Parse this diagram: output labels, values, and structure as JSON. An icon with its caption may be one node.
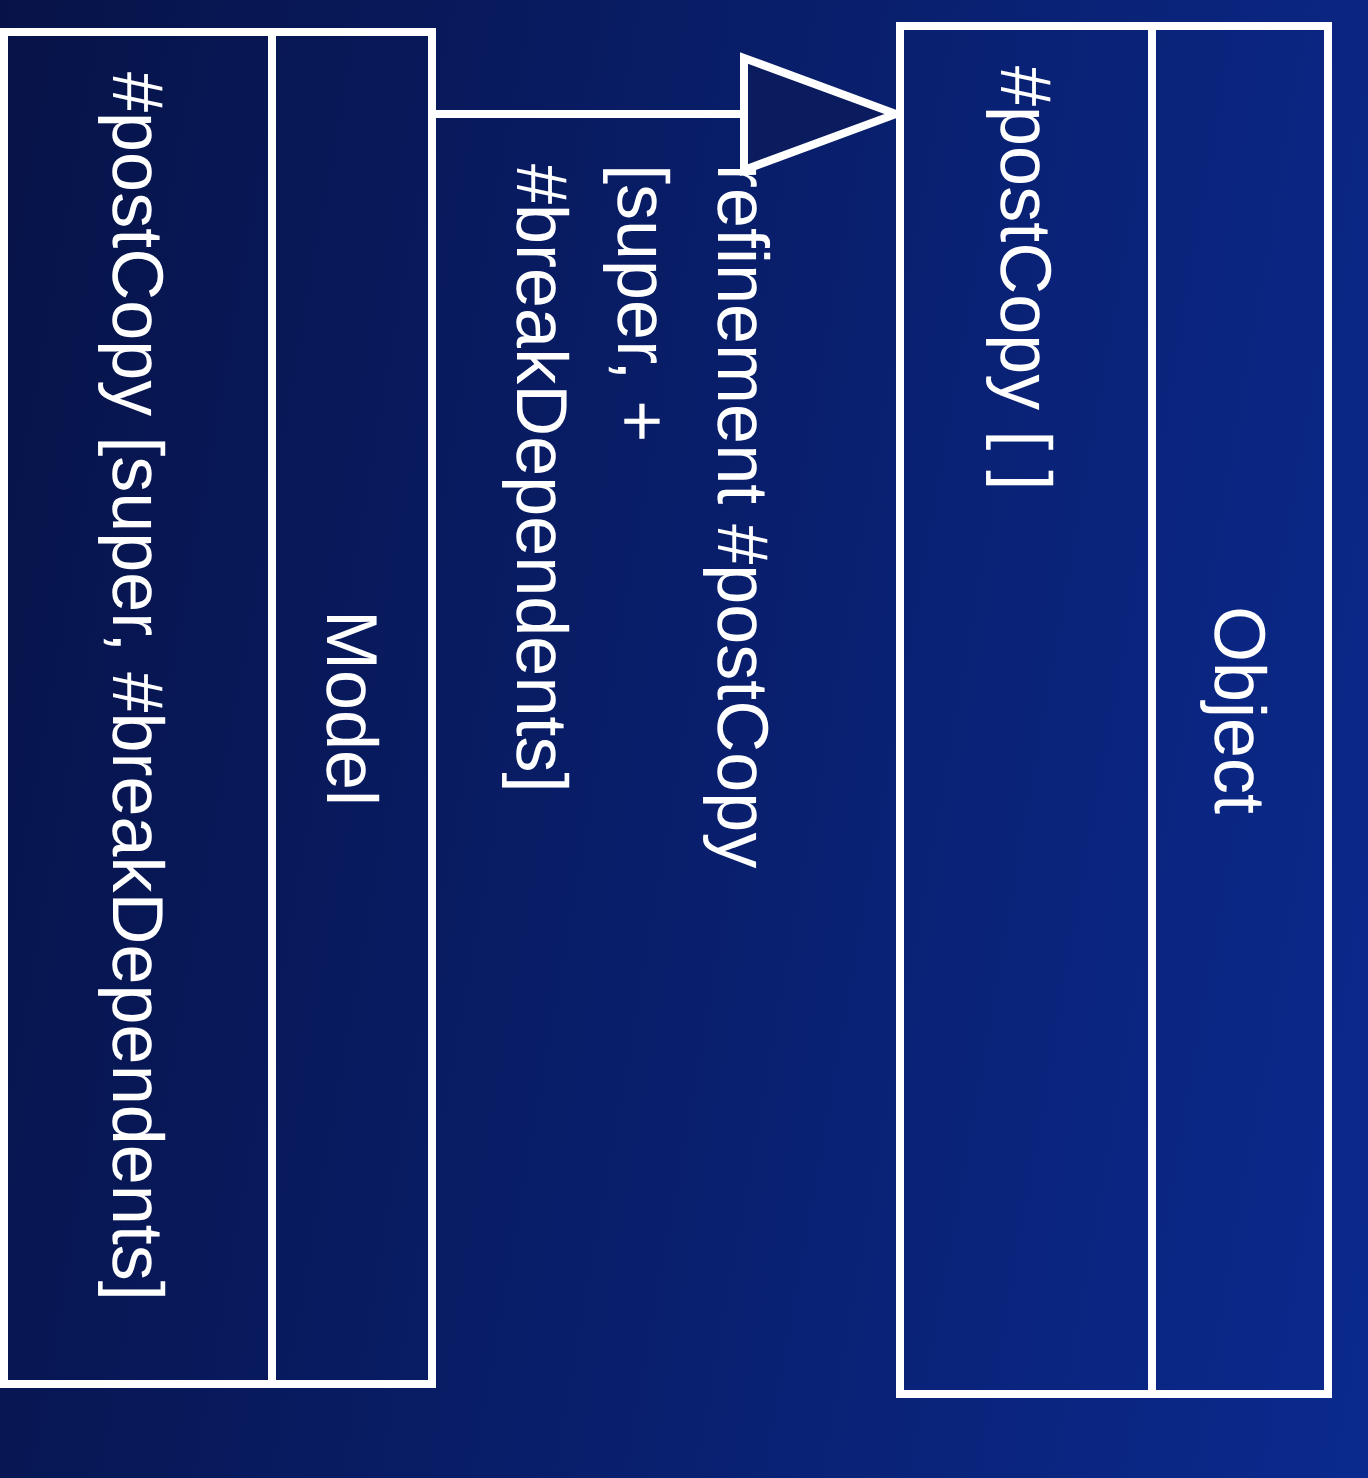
{
  "diagram": {
    "nodes": [
      {
        "text": [
          "Model",
          "#postCopy [super, #breakDependents]"
        ]
      },
      {
        "text": [
          "Object",
          "#postCopy [ ]"
        ]
      }
    ],
    "edges": [
      {
        "from": 0,
        "to": 1,
        "arrow": "to",
        "label": "refinement #postCopy [super, + #breakDependents]"
      }
    ]
  }
}
